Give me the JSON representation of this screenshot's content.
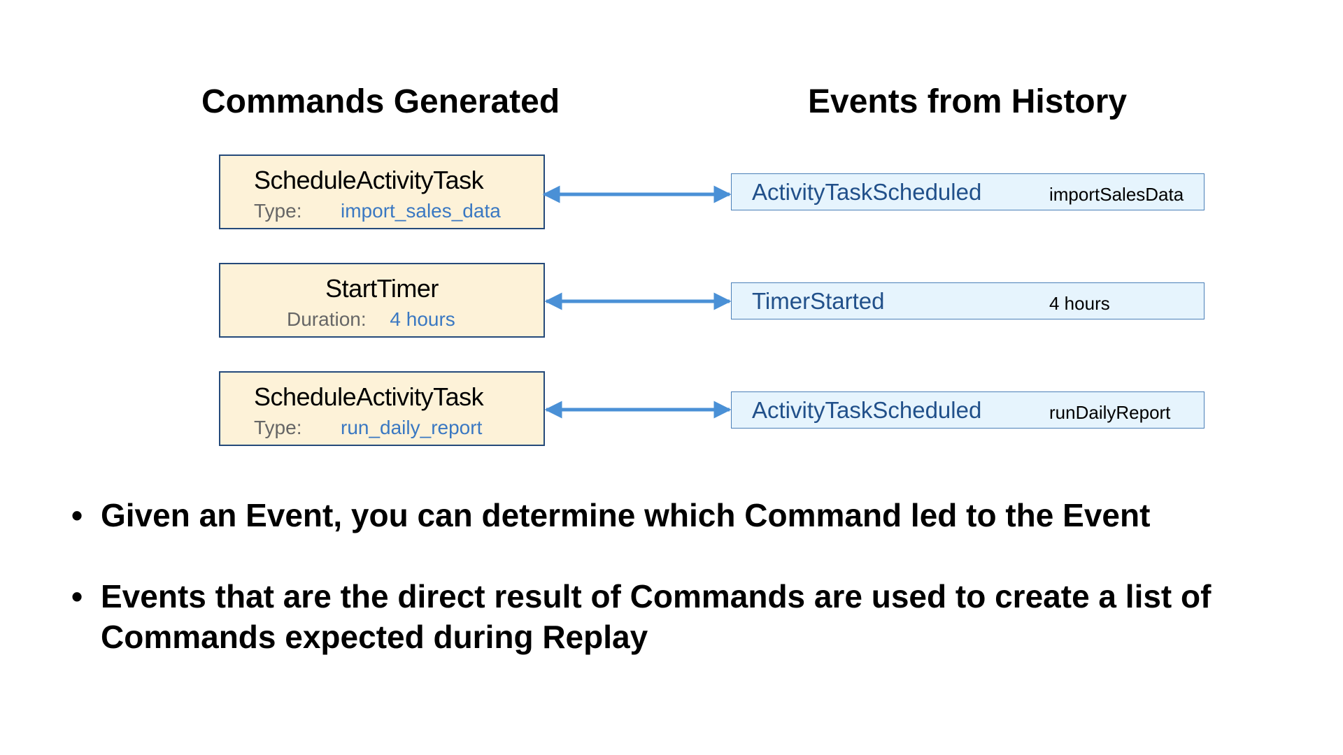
{
  "headings": {
    "commands": "Commands Generated",
    "events": "Events from History"
  },
  "commands": [
    {
      "title": "ScheduleActivityTask",
      "label": "Type:",
      "value": "import_sales_data"
    },
    {
      "title": "StartTimer",
      "label": "Duration:",
      "value": "4 hours"
    },
    {
      "title": "ScheduleActivityTask",
      "label": "Type:",
      "value": "run_daily_report"
    }
  ],
  "events": [
    {
      "name": "ActivityTaskScheduled",
      "detail": "importSalesData"
    },
    {
      "name": "TimerStarted",
      "detail": "4 hours"
    },
    {
      "name": "ActivityTaskScheduled",
      "detail": "runDailyReport"
    }
  ],
  "bullets": [
    "Given an Event, you can determine which Command led to the Event",
    "Events that are the direct result of Commands are used to create a list of Commands expected during Replay"
  ],
  "bullet_marker": "•",
  "colors": {
    "command_box_fill": "#fdf2d8",
    "command_box_border": "#254a7a",
    "event_box_fill": "#e6f4fd",
    "event_box_border": "#4a7fb8",
    "event_name": "#21508a",
    "value_text": "#3a78c2",
    "label_text": "#666666",
    "arrow": "#4a90d6"
  }
}
